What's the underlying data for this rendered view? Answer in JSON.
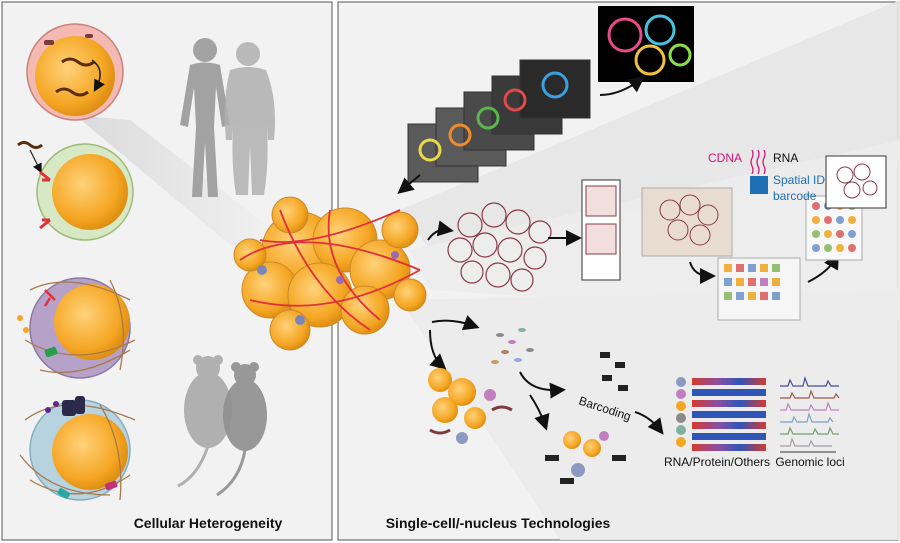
{
  "left_panel": {
    "caption": "Cellular Heterogeneity"
  },
  "right_panel": {
    "caption": "Single-cell/-nucleus Technologies",
    "labels": {
      "cdna": "CDNA",
      "rna": "RNA",
      "spatial_id": "Spatial ID",
      "barcode": "barcode",
      "barcoding": "Barcoding",
      "rna_protein_others": "RNA/Protein/Others",
      "genomic_loci": "Genomic loci"
    }
  },
  "colors": {
    "cdna": "#d4147a",
    "spatial": "#1f6fb5",
    "cell_orange": "#f5a623",
    "panel_bg": "#f2f2f2",
    "fiber_red": "#e0303a"
  }
}
